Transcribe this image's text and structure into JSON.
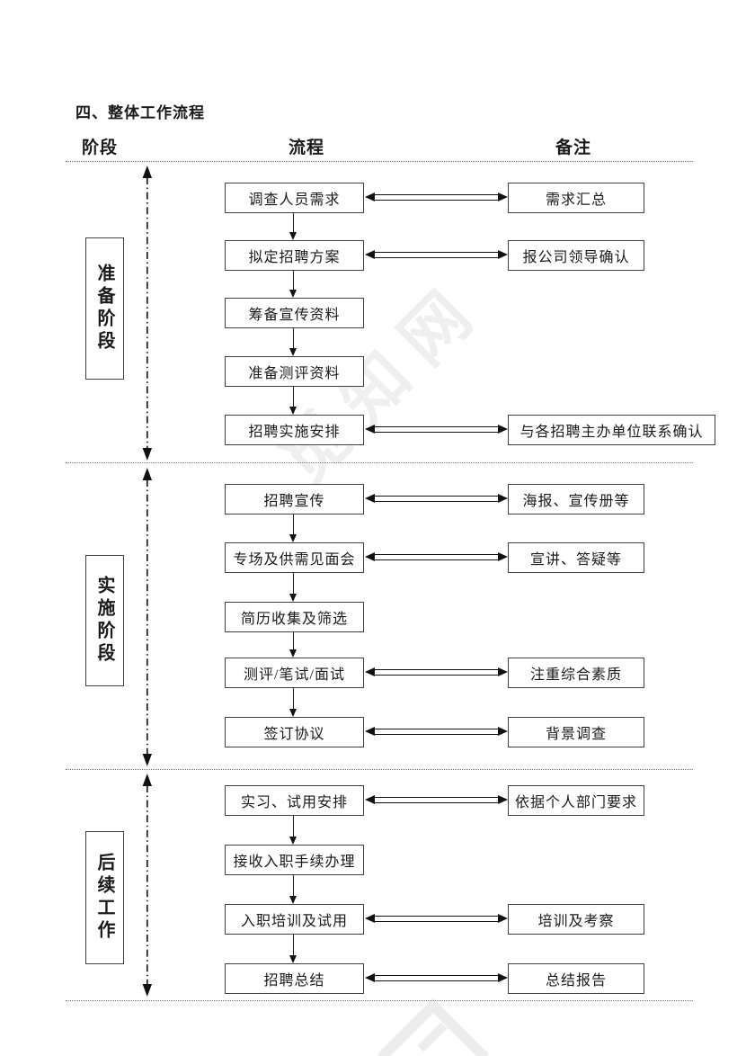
{
  "document": {
    "title": "四、整体工作流程",
    "headers": {
      "stage": "阶段",
      "process": "流程",
      "note": "备注"
    },
    "watermark": {
      "text": "觅知网"
    }
  },
  "colors": {
    "ink": "#1a1a1a",
    "box_border": "#3f3f3f",
    "watermark": "#efefef"
  },
  "sections": [
    {
      "stage": "准备阶段",
      "rows": [
        {
          "process": "调查人员需求",
          "note": "需求汇总"
        },
        {
          "process": "拟定招聘方案",
          "note": "报公司领导确认"
        },
        {
          "process": "筹备宣传资料"
        },
        {
          "process": "准备测评资料"
        },
        {
          "process": "招聘实施安排",
          "note": "与各招聘主办单位联系确认"
        }
      ]
    },
    {
      "stage": "实施阶段",
      "rows": [
        {
          "process": "招聘宣传",
          "note": "海报、宣传册等"
        },
        {
          "process": "专场及供需见面会",
          "note": "宣讲、答疑等"
        },
        {
          "process": "简历收集及筛选"
        },
        {
          "process": "测评/笔试/面试",
          "note": "注重综合素质"
        },
        {
          "process": "签订协议",
          "note": "背景调查"
        }
      ]
    },
    {
      "stage": "后续工作",
      "rows": [
        {
          "process": "实习、试用安排",
          "note": "依据个人部门要求"
        },
        {
          "process": "接收入职手续办理"
        },
        {
          "process": "入职培训及试用",
          "note": "培训及考察"
        },
        {
          "process": "招聘总结",
          "note": "总结报告"
        }
      ]
    }
  ]
}
